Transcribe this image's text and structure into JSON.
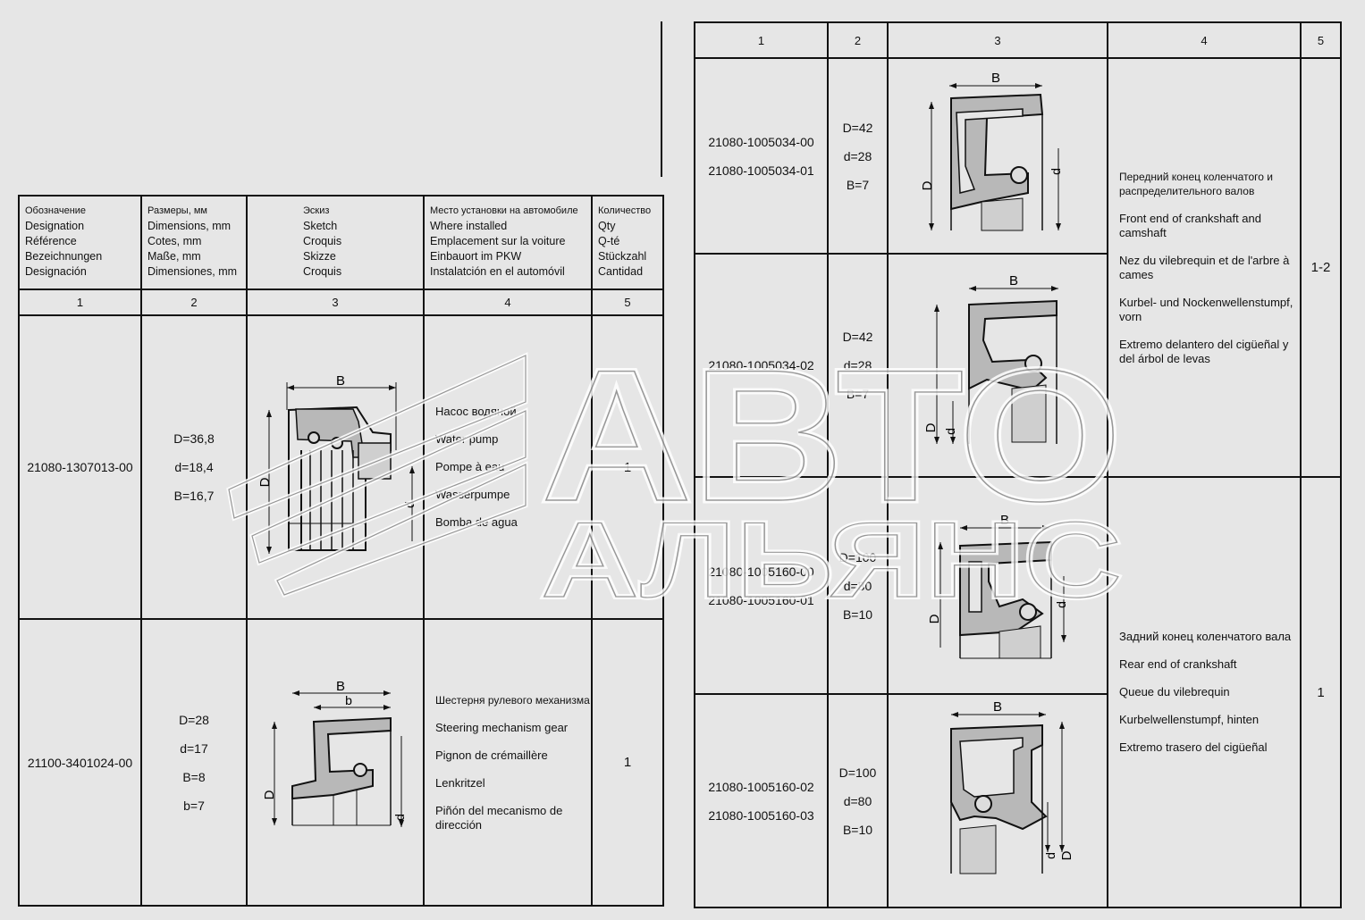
{
  "left_table": {
    "header": {
      "col1": [
        "Обозначение",
        "Designation",
        "Référence",
        "Bezeichnungen",
        "Designación"
      ],
      "col2": [
        "Размеры, мм",
        "Dimensions, mm",
        "Cotes, mm",
        "Maße, mm",
        "Dimensiones, mm"
      ],
      "col3": [
        "Эскиз",
        "Sketch",
        "Croquis",
        "Skizze",
        "Croquis"
      ],
      "col4": [
        "Место установки на автомобиле",
        "Where installed",
        "Emplacement sur la voiture",
        "Einbauort im PKW",
        "Instalatción en el automóvil"
      ],
      "col5": [
        "Количество",
        "Qty",
        "Q-té",
        "Stückzahl",
        "Cantidad"
      ]
    },
    "col_numbers": [
      "1",
      "2",
      "3",
      "4",
      "5"
    ],
    "rows": [
      {
        "designation": [
          "21080-1307013-00"
        ],
        "dimensions": [
          "D=36,8",
          "d=18,4",
          "B=16,7"
        ],
        "sketch_labels": {
          "B": "B",
          "D": "D",
          "d": "d"
        },
        "place": [
          "Насос водяной",
          "Water pump",
          "Pompe à eau",
          "Wasserpumpe",
          "Bomba de agua"
        ],
        "qty": "1"
      },
      {
        "designation": [
          "21100-3401024-00"
        ],
        "dimensions": [
          "D=28",
          "d=17",
          "B=8",
          "b=7"
        ],
        "sketch_labels": {
          "B": "B",
          "b": "b",
          "D": "D",
          "d": "d"
        },
        "place": [
          "Шестерня рулевого механизма",
          "Steering mechanism gear",
          "Pignon de crémaillère",
          "Lenkritzel",
          "Piñón del mecanismo de dirección"
        ],
        "qty": "1"
      }
    ]
  },
  "right_table": {
    "col_numbers": [
      "1",
      "2",
      "3",
      "4",
      "5"
    ],
    "rows": [
      {
        "designation": [
          "21080-1005034-00",
          "21080-1005034-01"
        ],
        "dimensions": [
          "D=42",
          "d=28",
          "B=7"
        ],
        "sketch_labels": {
          "B": "B",
          "D": "D",
          "d": "d"
        }
      },
      {
        "designation": [
          "21080-1005034-02"
        ],
        "dimensions": [
          "D=42",
          "d=28",
          "B=7"
        ],
        "sketch_labels": {
          "B": "B",
          "D": "D",
          "d": "d"
        }
      },
      {
        "designation": [
          "21080-1005160-00",
          "21080-1005160-01"
        ],
        "dimensions": [
          "D=100",
          "d=80",
          "B=10"
        ],
        "sketch_labels": {
          "B": "B",
          "D": "D",
          "d": "d"
        }
      },
      {
        "designation": [
          "21080-1005160-02",
          "21080-1005160-03"
        ],
        "dimensions": [
          "D=100",
          "d=80",
          "B=10"
        ],
        "sketch_labels": {
          "B": "B",
          "D": "D",
          "d": "d"
        }
      }
    ],
    "groups": [
      {
        "place": [
          "Передний конец коленчатого и распределительного валов",
          "Front end of crankshaft and camshaft",
          "Nez du vilebrequin et de l'arbre à cames",
          "Kurbel- und Nockenwellenstumpf, vorn",
          "Extremo delantero del cigüeñal y del árbol de levas"
        ],
        "qty": "1-2"
      },
      {
        "place": [
          "Задний конец коленчатого вала",
          "Rear end of crankshaft",
          "Queue du vilebrequin",
          "Kurbelwellenstumpf, hinten",
          "Extremo trasero del cigüeñal"
        ],
        "qty": "1"
      }
    ]
  },
  "watermark": {
    "line1": "АВТО",
    "line2": "АЛЬЯНС"
  }
}
